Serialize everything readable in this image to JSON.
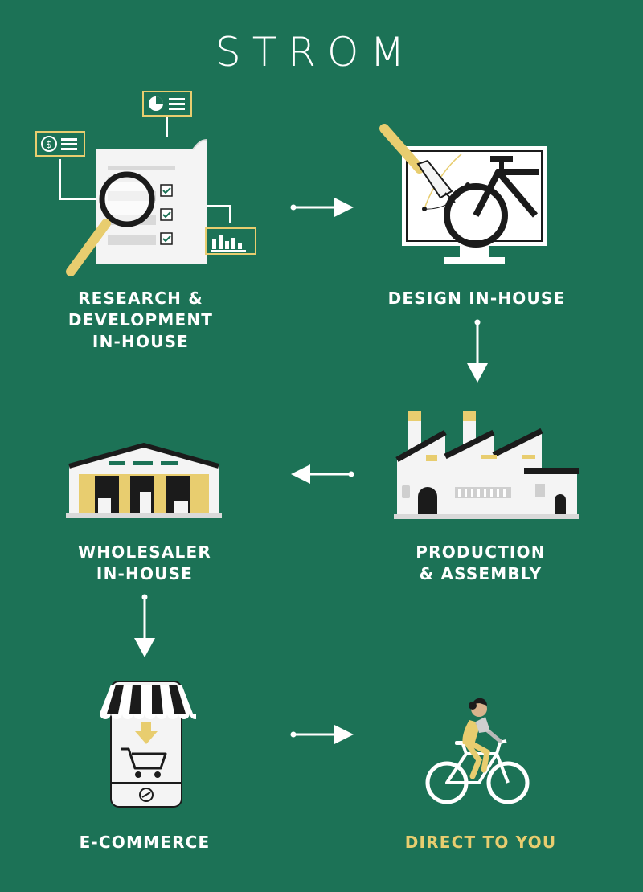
{
  "brand": {
    "name": "STROM"
  },
  "colors": {
    "background": "#1c7256",
    "accent": "#e8cd6f",
    "text": "#ffffff",
    "dark": "#1b1b1b"
  },
  "steps": [
    {
      "id": "research",
      "label": "RESEARCH &\nDEVELOPMENT\nIN-HOUSE",
      "icon": "research-document-magnifier-icon"
    },
    {
      "id": "design",
      "label": "DESIGN IN-HOUSE",
      "icon": "design-monitor-pen-bicycle-icon"
    },
    {
      "id": "production",
      "label": "PRODUCTION\n& ASSEMBLY",
      "icon": "factory-icon"
    },
    {
      "id": "wholesaler",
      "label": "WHOLESALER\nIN-HOUSE",
      "icon": "warehouse-icon"
    },
    {
      "id": "ecommerce",
      "label": "E-COMMERCE",
      "icon": "phone-shop-cart-icon"
    },
    {
      "id": "direct",
      "label": "DIRECT TO YOU",
      "icon": "cyclist-icon"
    }
  ],
  "flow": [
    "research",
    "design",
    "production",
    "wholesaler",
    "ecommerce",
    "direct"
  ]
}
